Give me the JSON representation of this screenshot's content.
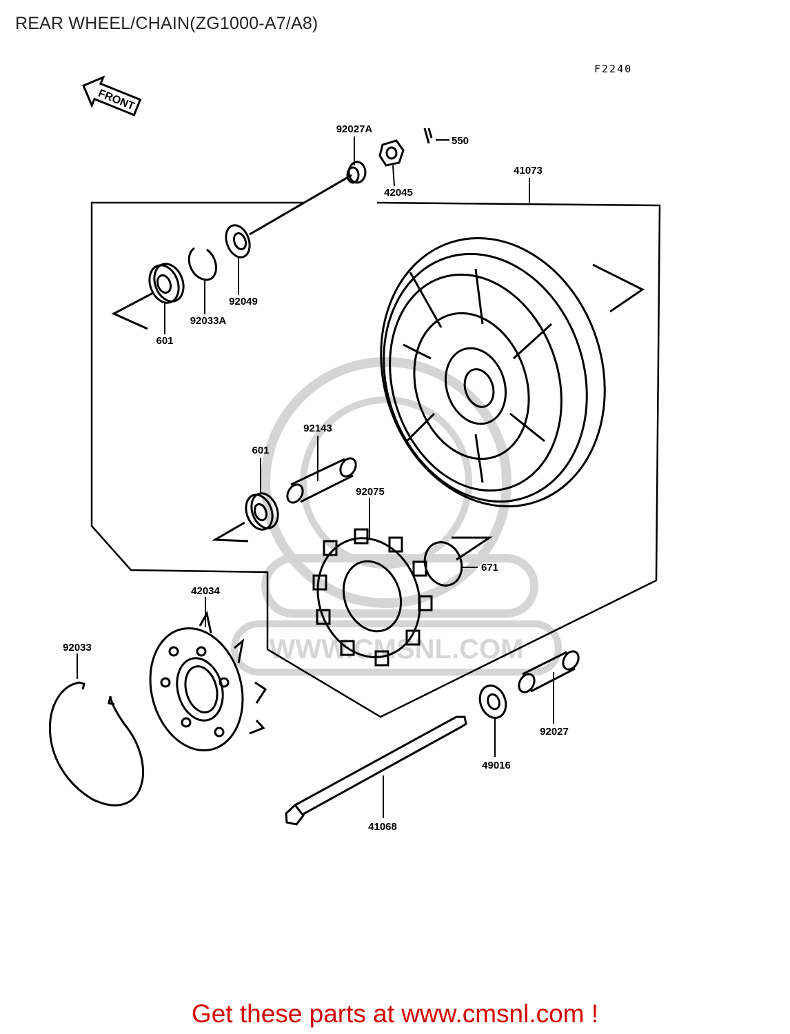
{
  "header": {
    "title": "REAR WHEEL/CHAIN(ZG1000-A7/A8)"
  },
  "diagram": {
    "figure_code": "F2240",
    "front_label": "FRONT",
    "watermark_text": "WWW.CMSNL.COM",
    "parts": [
      {
        "id": "92027A",
        "label": "92027A"
      },
      {
        "id": "550",
        "label": "550"
      },
      {
        "id": "42045",
        "label": "42045"
      },
      {
        "id": "41073",
        "label": "41073"
      },
      {
        "id": "92049",
        "label": "92049"
      },
      {
        "id": "92033A",
        "label": "92033A"
      },
      {
        "id": "601-upper",
        "label": "601"
      },
      {
        "id": "92143",
        "label": "92143"
      },
      {
        "id": "601-lower",
        "label": "601"
      },
      {
        "id": "92075",
        "label": "92075"
      },
      {
        "id": "671",
        "label": "671"
      },
      {
        "id": "42034",
        "label": "42034"
      },
      {
        "id": "92033",
        "label": "92033"
      },
      {
        "id": "49016",
        "label": "49016"
      },
      {
        "id": "92027",
        "label": "92027"
      },
      {
        "id": "41068",
        "label": "41068"
      }
    ]
  },
  "footer": {
    "link_text": "Get these parts at www.cmsnl.com !"
  }
}
